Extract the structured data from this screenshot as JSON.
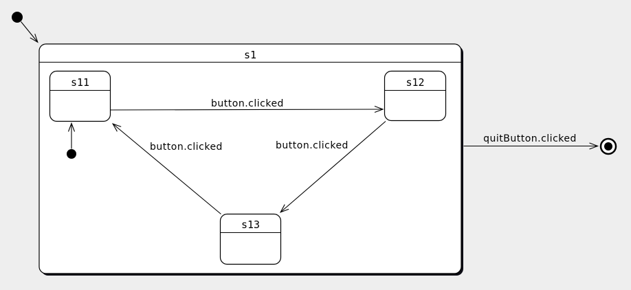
{
  "diagram": {
    "kind": "uml-statechart",
    "colors": {
      "background": "#eeeeee",
      "state_fill": "#ffffff",
      "line": "#000000",
      "shadow": "#0c0c14"
    },
    "composite_state": {
      "label": "s1"
    },
    "states": [
      {
        "id": "s11",
        "label": "s11"
      },
      {
        "id": "s12",
        "label": "s12"
      },
      {
        "id": "s13",
        "label": "s13"
      }
    ],
    "initial_states": [
      {
        "target": "s1"
      },
      {
        "target": "s11"
      }
    ],
    "final_state": {
      "target_of": "s1"
    },
    "transitions": [
      {
        "from": "s11",
        "to": "s12",
        "label": "button.clicked"
      },
      {
        "from": "s12",
        "to": "s13",
        "label": "button.clicked"
      },
      {
        "from": "s13",
        "to": "s11",
        "label": "button.clicked"
      },
      {
        "from": "s1",
        "to": "final",
        "label": "quitButton.clicked"
      }
    ]
  }
}
